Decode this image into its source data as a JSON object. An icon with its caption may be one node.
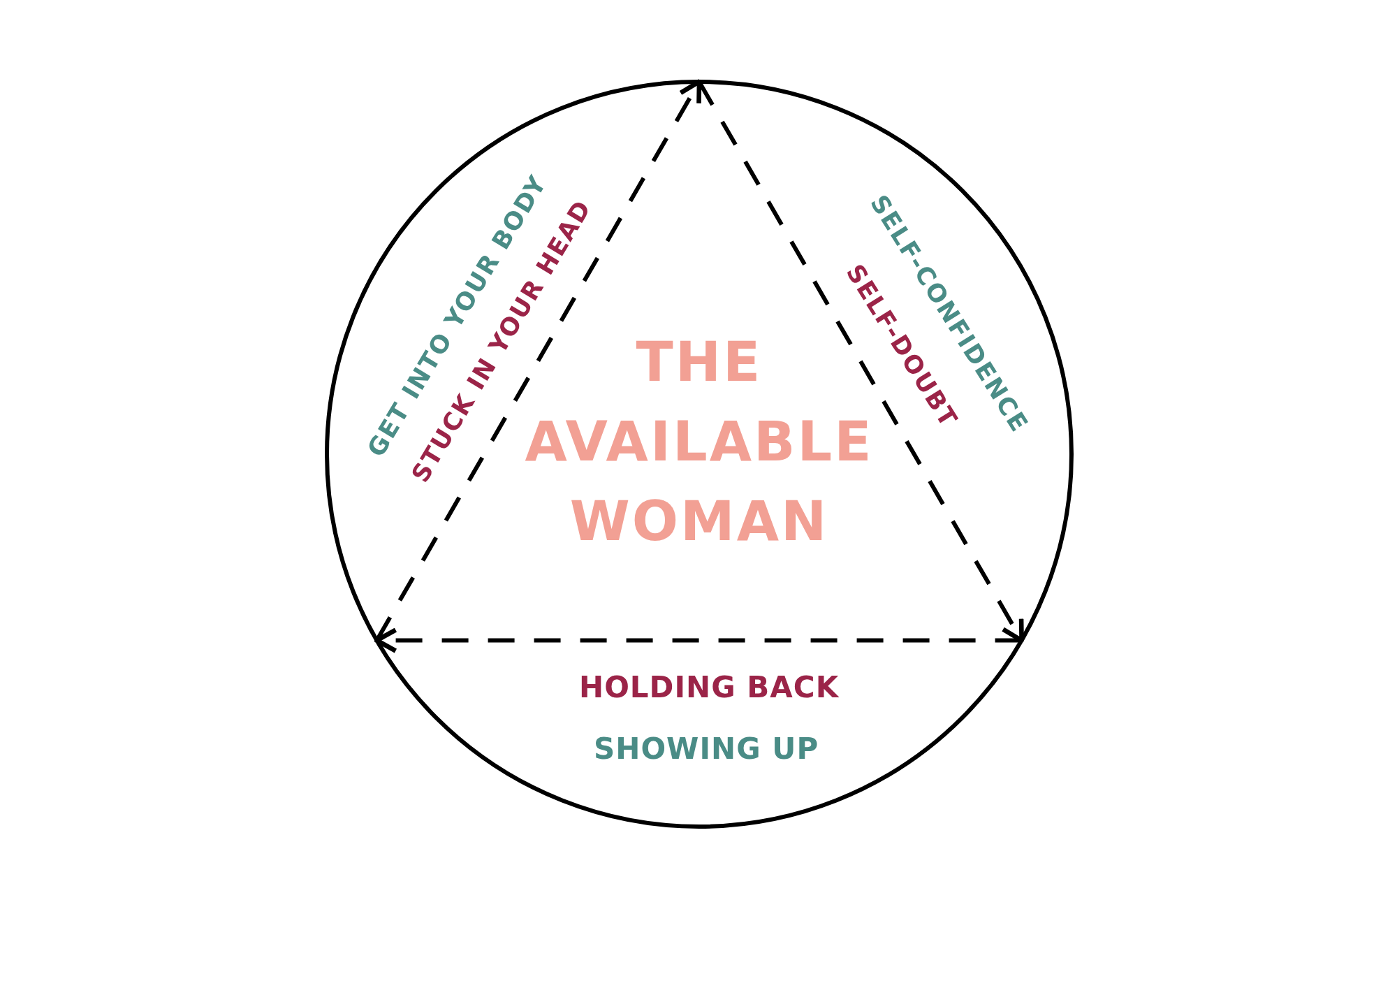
{
  "diagram": {
    "nodes": [
      {
        "text": [
          "THE AVAILABLE WOMAN"
        ]
      }
    ],
    "labels": [
      "GET INTO YOUR BODY",
      "STUCK IN YOUR HEAD",
      "SELF-CONFIDENCE",
      "SELF-DOUBT",
      "HOLDING BACK",
      "SHOWING UP"
    ]
  }
}
